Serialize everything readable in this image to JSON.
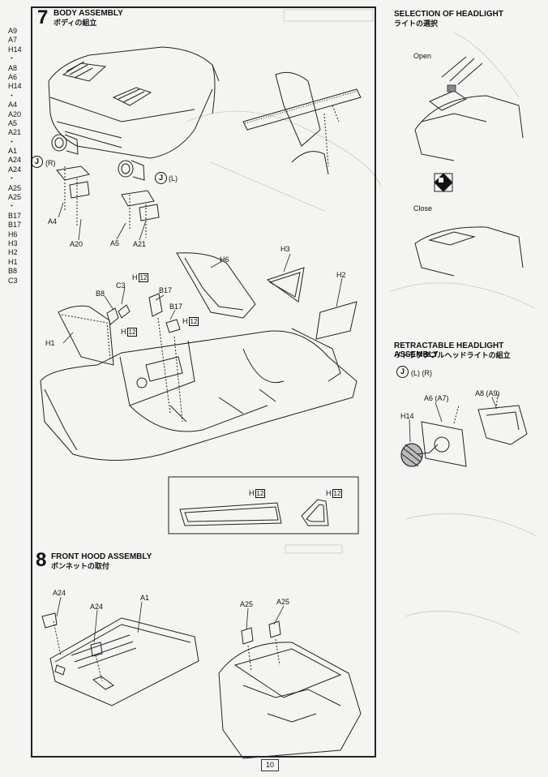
{
  "page_number": "10",
  "left_margin_parts": [
    "A9",
    "A7",
    "H14",
    "・",
    "A8",
    "A6",
    "H14",
    "・",
    "A4",
    "A20",
    "A5",
    "A21",
    "・",
    "A1",
    "A24",
    "A24",
    "・",
    "A25",
    "A25",
    "・",
    "B17",
    "B17",
    "H6",
    "H3",
    "H2",
    "H1",
    "B8",
    "C3"
  ],
  "step7": {
    "number": "7",
    "title": "BODY ASSEMBLY",
    "subtitle": "ボディの組立",
    "labels": {
      "a4": "A4",
      "a20": "A20",
      "a5": "A5",
      "a21": "A21",
      "j_left_r": "(R)",
      "j_right_l": "(L)",
      "j_letter": "J",
      "h6": "H6",
      "h3": "H3",
      "h2": "H2",
      "h1": "H1",
      "b8": "B8",
      "c3": "C3",
      "b17a": "B17",
      "b17b": "B17",
      "h": "H",
      "box12": "12"
    }
  },
  "step8": {
    "number": "8",
    "title": "FRONT HOOD ASSEMBLY",
    "subtitle": "ボンネットの取付",
    "labels": {
      "a24a": "A24",
      "a24b": "A24",
      "a1": "A1",
      "a25a": "A25",
      "a25b": "A25"
    }
  },
  "headlight_selection": {
    "title": "SELECTION OF HEADLIGHT",
    "subtitle": "ライトの選択",
    "open_label": "Open",
    "close_label": "Close"
  },
  "retractable": {
    "title": "RETRACTABLE HEADLIGHT ASSEMBLY",
    "subtitle": "リトラクタブルヘッドライトの組立",
    "j_letter": "J",
    "j_sides": "(L) (R)",
    "a6a7": "A6 (A7)",
    "a8a9": "A8 (A9)",
    "h14": "H14"
  }
}
